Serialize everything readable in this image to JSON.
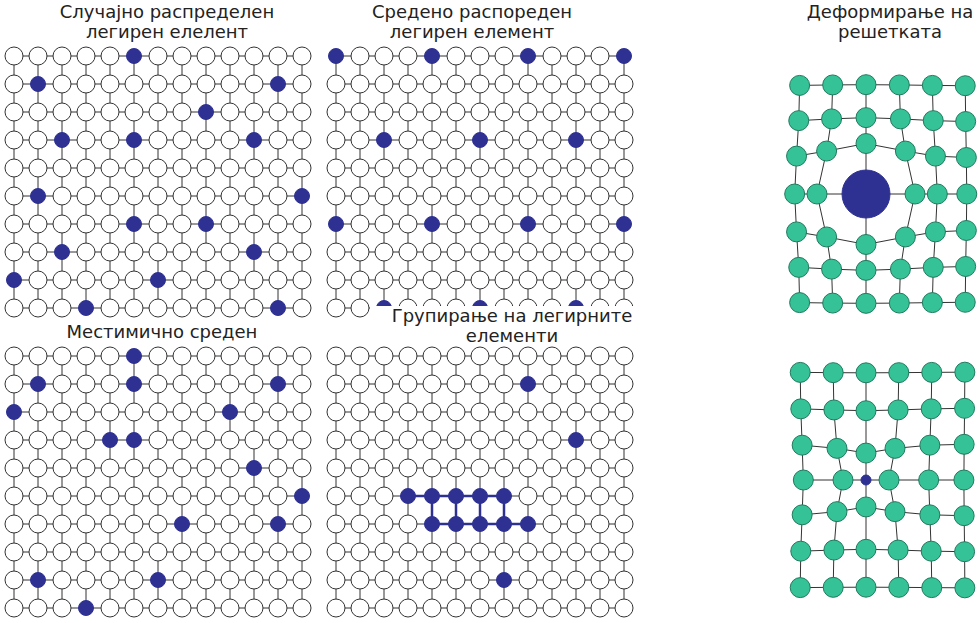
{
  "diagram": {
    "labels": [
      "Случајно распределен легирен елелент",
      "Средено распореден легирен елемент",
      "Деформирање на решетката",
      "Местимично среден",
      "Групирање на легирните елементи"
    ]
  }
}
